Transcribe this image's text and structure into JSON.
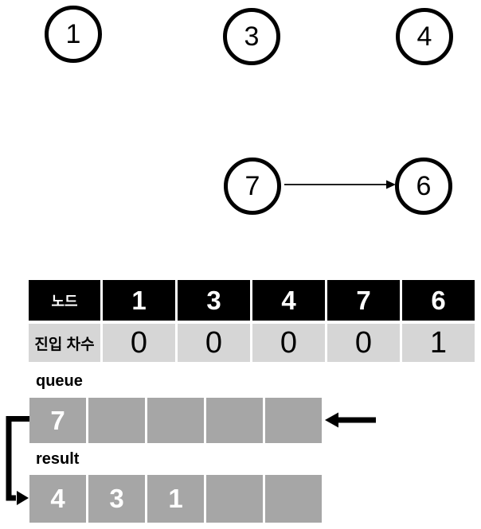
{
  "graph": {
    "nodes": [
      {
        "label": "1"
      },
      {
        "label": "3"
      },
      {
        "label": "4"
      },
      {
        "label": "7"
      },
      {
        "label": "6"
      }
    ],
    "edge": {
      "from": "7",
      "to": "6"
    }
  },
  "table": {
    "node_header_label": "노드",
    "indegree_row_label": "진입 차수",
    "node_ids": [
      "1",
      "3",
      "4",
      "7",
      "6"
    ],
    "indegrees": [
      "0",
      "0",
      "0",
      "0",
      "1"
    ]
  },
  "queue": {
    "label": "queue",
    "cells": [
      "7",
      "",
      "",
      "",
      ""
    ]
  },
  "result": {
    "label": "result",
    "cells": [
      "4",
      "3",
      "1",
      "",
      ""
    ]
  },
  "colors": {
    "node_stroke": "#000000",
    "table_header_bg": "#000000",
    "table_body_bg": "#d6d6d6",
    "box_gray": "#a6a6a6",
    "text_white": "#ffffff",
    "arrow": "#000000"
  }
}
